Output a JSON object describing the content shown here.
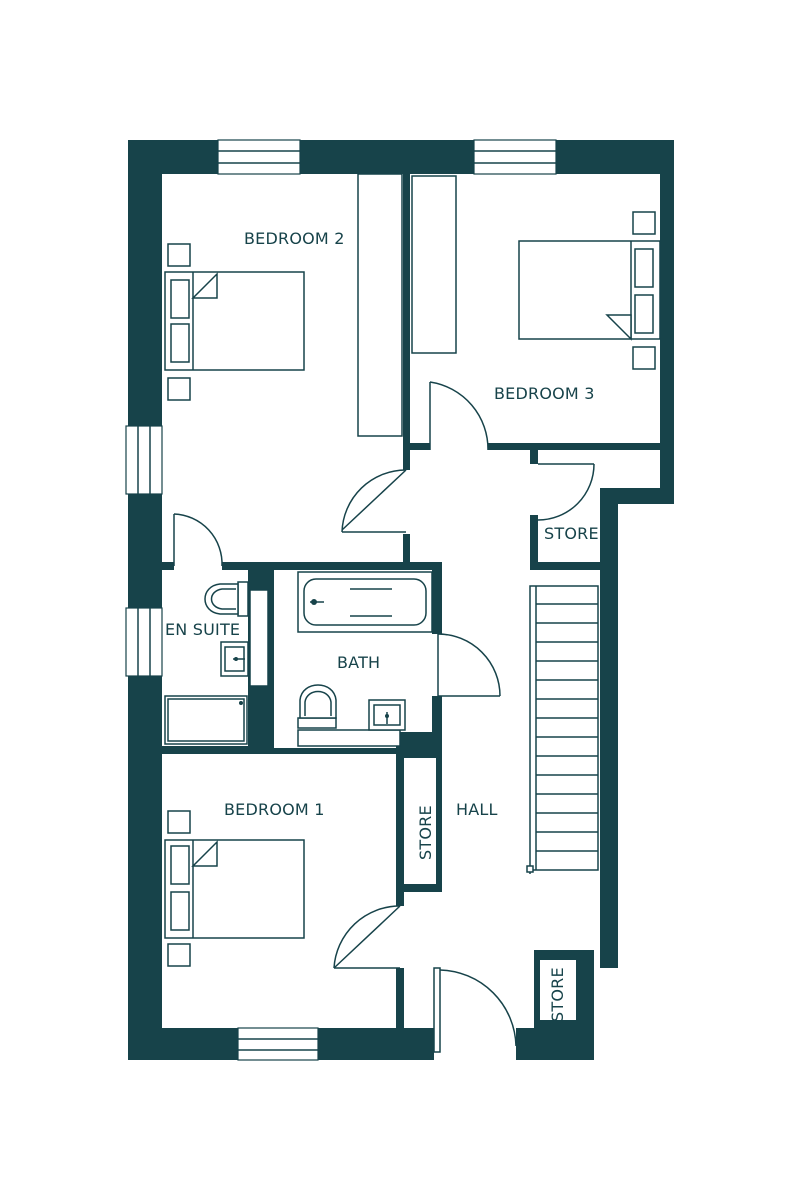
{
  "colors": {
    "wall": "#17434a",
    "background": "#ffffff"
  },
  "rooms": {
    "bedroom_2": "BEDROOM 2",
    "bedroom_3": "BEDROOM 3",
    "bedroom_1": "BEDROOM 1",
    "en_suite": "EN SUITE",
    "bath": "BATH",
    "hall": "HALL",
    "store_upper": "STORE",
    "store_hall": "STORE",
    "store_lower": "STORE"
  }
}
